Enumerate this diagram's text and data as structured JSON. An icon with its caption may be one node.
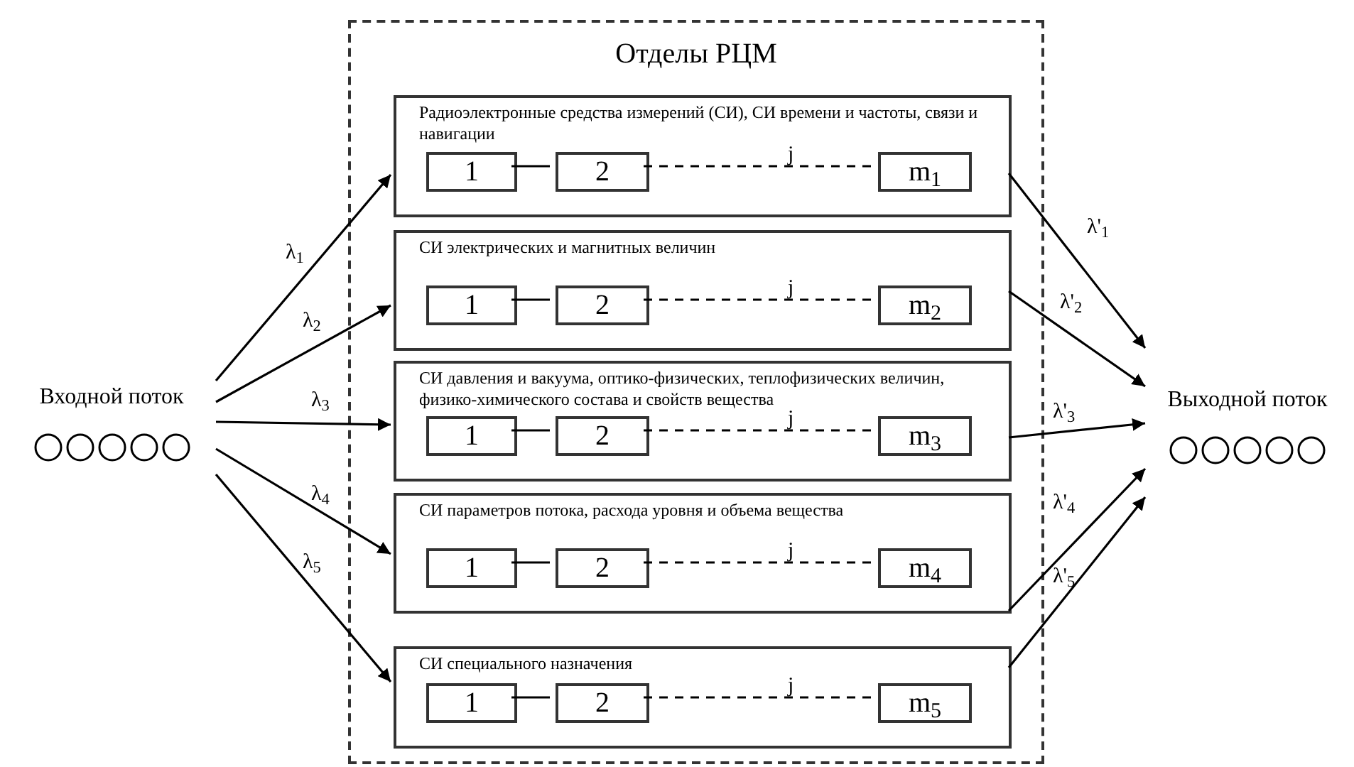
{
  "diagram": {
    "nodes": [
      {
        "text": [
          "Входной поток"
        ]
      },
      {
        "text": [
          "Отделы РЦМ"
        ]
      },
      {
        "text": [
          "Радиоэлектронные средства измерений (СИ), СИ времени и частоты, связи и навигации"
        ],
        "in": 1
      },
      {
        "text": [
          "1"
        ],
        "in": 2
      },
      {
        "text": [
          "2"
        ],
        "in": 2
      },
      {
        "text": [
          "m$_{1}$"
        ],
        "in": 2
      },
      {
        "text": [
          "СИ электрических и магнитных величин"
        ],
        "in": 1
      },
      {
        "text": [
          "1"
        ],
        "in": 6
      },
      {
        "text": [
          "2"
        ],
        "in": 6
      },
      {
        "text": [
          "m$_{2}$"
        ],
        "in": 6
      },
      {
        "text": [
          "СИ давления и вакуума, оптико-физических, теплофизических величин, физико-химического состава и свойств вещества"
        ],
        "in": 1
      },
      {
        "text": [
          "1"
        ],
        "in": 10
      },
      {
        "text": [
          "2"
        ],
        "in": 10
      },
      {
        "text": [
          "m$_{3}$"
        ],
        "in": 10
      },
      {
        "text": [
          "СИ параметров потока, расхода уровня и объема вещества"
        ],
        "in": 1
      },
      {
        "text": [
          "1"
        ],
        "in": 14
      },
      {
        "text": [
          "2"
        ],
        "in": 14
      },
      {
        "text": [
          "m$_{4}$"
        ],
        "in": 14
      },
      {
        "text": [
          "СИ специального назначения"
        ],
        "in": 1
      },
      {
        "text": [
          "1"
        ],
        "in": 18
      },
      {
        "text": [
          "2"
        ],
        "in": 18
      },
      {
        "text": [
          "m$_{5}$"
        ],
        "in": 18
      },
      {
        "text": [
          "Выходной поток"
        ]
      }
    ],
    "edges": [
      {
        "from": 3,
        "to": 4,
        "arrow": "none"
      },
      {
        "from": 4,
        "to": 5,
        "arrow": "none",
        "style": "dashed",
        "label": "j"
      },
      {
        "from": 7,
        "to": 8,
        "arrow": "none"
      },
      {
        "from": 8,
        "to": 9,
        "arrow": "none",
        "style": "dashed",
        "label": "j"
      },
      {
        "from": 11,
        "to": 12,
        "arrow": "none"
      },
      {
        "from": 12,
        "to": 13,
        "arrow": "none",
        "style": "dashed",
        "label": "j"
      },
      {
        "from": 15,
        "to": 16,
        "arrow": "none"
      },
      {
        "from": 16,
        "to": 17,
        "arrow": "none",
        "style": "dashed",
        "label": "j"
      },
      {
        "from": 19,
        "to": 20,
        "arrow": "none"
      },
      {
        "from": 20,
        "to": 21,
        "arrow": "none",
        "style": "dashed",
        "label": "j"
      },
      {
        "from": 0,
        "to": 2,
        "arrow": "to",
        "label": "λ$_{1}$"
      },
      {
        "from": 0,
        "to": 6,
        "arrow": "to",
        "label": "λ$_{2}$"
      },
      {
        "from": 0,
        "to": 10,
        "arrow": "to",
        "label": "λ$_{3}$"
      },
      {
        "from": 0,
        "to": 14,
        "arrow": "to",
        "label": "λ$_{4}$"
      },
      {
        "from": 0,
        "to": 18,
        "arrow": "to",
        "label": "λ$_{5}$"
      },
      {
        "from": 2,
        "to": 22,
        "arrow": "to",
        "label": "λ'$_{1}$"
      },
      {
        "from": 6,
        "to": 22,
        "arrow": "to",
        "label": "λ'$_{2}$"
      },
      {
        "from": 10,
        "to": 22,
        "arrow": "to",
        "label": "λ'$_{3}$"
      },
      {
        "from": 14,
        "to": 22,
        "arrow": "to",
        "label": "λ'$_{4}$"
      },
      {
        "from": 18,
        "to": 22,
        "arrow": "to",
        "label": "λ'$_{5}$"
      }
    ]
  }
}
